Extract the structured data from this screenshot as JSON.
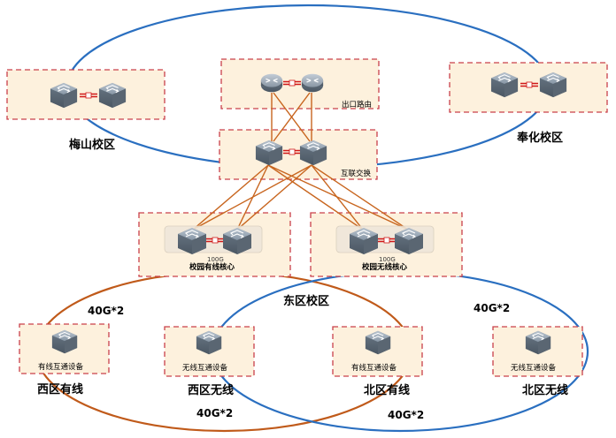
{
  "campus": {
    "meishan": "梅山校区",
    "fenghua": "奉化校区",
    "dongqu": "东区校区"
  },
  "roles": {
    "egress": "出口路由",
    "interconnect": "互联交换",
    "wired_core": "校园有线核心",
    "wireless_core": "校园无线核心",
    "core_link": "100G"
  },
  "edge": [
    {
      "device": "有线互通设备",
      "area": "西区有线"
    },
    {
      "device": "无线互通设备",
      "area": "西区无线"
    },
    {
      "device": "有线互通设备",
      "area": "北区有线"
    },
    {
      "device": "无线互通设备",
      "area": "北区无线"
    }
  ],
  "bandwidth": {
    "ring_left": "40G*2",
    "ring_right": "40G*2",
    "ring_bottom_left": "40G*2",
    "ring_bottom_right": "40G*2"
  },
  "colors": {
    "blue_ring": "#2a6fc0",
    "orange_ring": "#c05a1a",
    "link": "#c8651e",
    "box_stroke": "#c9404a",
    "box_fill": "#fdf1dd",
    "device": "#6d7c8a"
  }
}
